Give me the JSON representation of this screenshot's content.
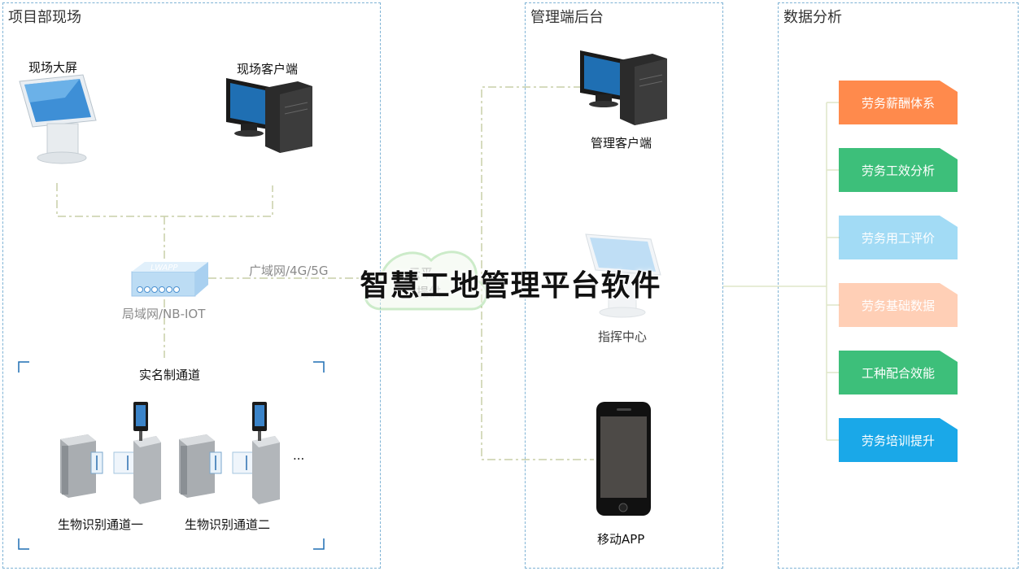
{
  "panels": {
    "site": "项目部现场",
    "admin": "管理端后台",
    "analysis": "数据分析"
  },
  "site": {
    "big_screen": "现场大屏",
    "client": "现场客户端",
    "gateway_brand": "LWAPP",
    "lan": "局域网/NB-IOT",
    "wan": "广域网/4G/5G",
    "realname": "实名制通道",
    "gate1": "生物识别通道一",
    "gate2": "生物识别通道二",
    "ellipsis": "..."
  },
  "admin": {
    "client": "管理客户端",
    "command": "指挥中心",
    "mobile": "移动APP"
  },
  "cloud": {
    "line1": "云平",
    "line2": "提供"
  },
  "analysis": {
    "cards": [
      {
        "label": "劳务薪酬体系",
        "color": "#ff8a4c",
        "dim": false
      },
      {
        "label": "劳务工效分析",
        "color": "#3dbf7a",
        "dim": false
      },
      {
        "label": "劳务用工评价",
        "color": "#1aa8e8",
        "dim": true
      },
      {
        "label": "劳务基础数据",
        "color": "#ff8a4c",
        "dim": true
      },
      {
        "label": "工种配合效能",
        "color": "#3dbf7a",
        "dim": false
      },
      {
        "label": "劳务培训提升",
        "color": "#1aa8e8",
        "dim": false
      }
    ]
  },
  "overlay_title": "智慧工地管理平台软件"
}
